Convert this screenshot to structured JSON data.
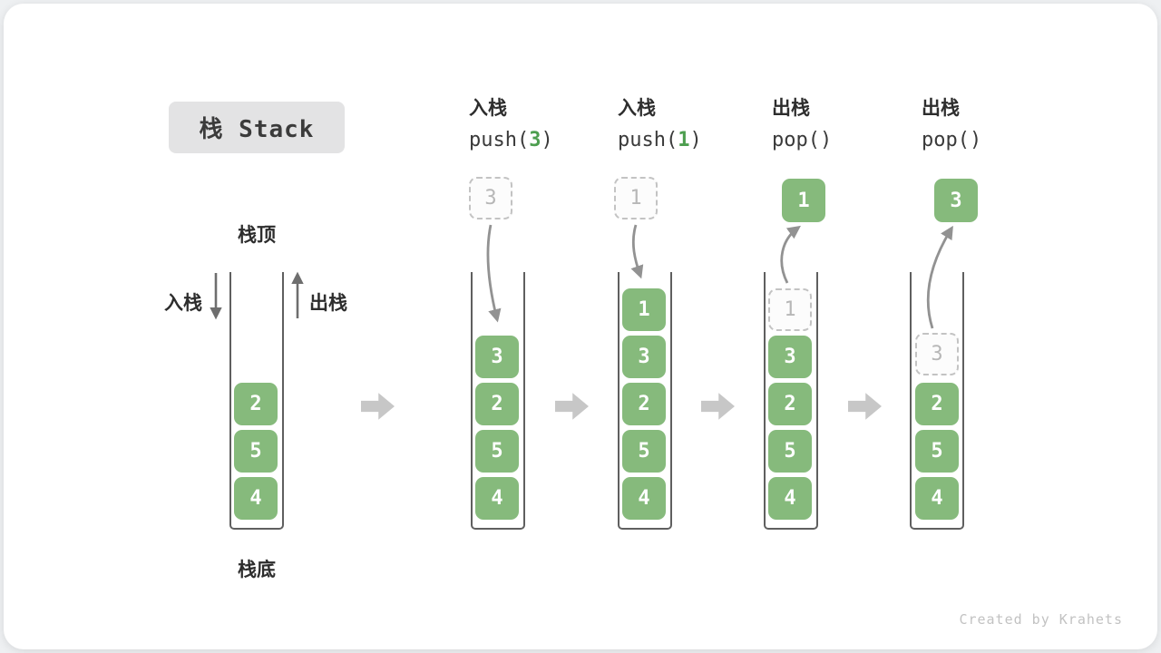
{
  "title": "栈 Stack",
  "footer": "Created by Krahets",
  "legend": {
    "stack_top": "栈顶",
    "stack_bottom": "栈底",
    "push_side": "入栈",
    "pop_side": "出栈"
  },
  "colors": {
    "block_green": "#86ba7c",
    "arg_green": "#4d9e4f",
    "ghost_gray": "#c3c3c3",
    "flow_arrow_gray": "#c7c7c7",
    "curve_arrow_gray": "#929292",
    "title_box_bg": "#e3e3e4"
  },
  "columns": [
    {
      "name": "initial",
      "blocks": [
        "2",
        "5",
        "4"
      ]
    },
    {
      "name": "push-3",
      "op_cn": "入栈",
      "op_pre": "push(",
      "op_arg": "3",
      "op_post": ")",
      "incoming": "3",
      "blocks": [
        "3",
        "2",
        "5",
        "4"
      ]
    },
    {
      "name": "push-1",
      "op_cn": "入栈",
      "op_pre": "push(",
      "op_arg": "1",
      "op_post": ")",
      "incoming": "1",
      "blocks": [
        "1",
        "3",
        "2",
        "5",
        "4"
      ]
    },
    {
      "name": "pop-1",
      "op_cn": "出栈",
      "op_pre": "pop(",
      "op_arg": "",
      "op_post": ")",
      "popped": "1",
      "ghost": "1",
      "blocks": [
        "3",
        "2",
        "5",
        "4"
      ]
    },
    {
      "name": "pop-2",
      "op_cn": "出栈",
      "op_pre": "pop(",
      "op_arg": "",
      "op_post": ")",
      "popped": "3",
      "ghost": "3",
      "blocks": [
        "2",
        "5",
        "4"
      ]
    }
  ]
}
